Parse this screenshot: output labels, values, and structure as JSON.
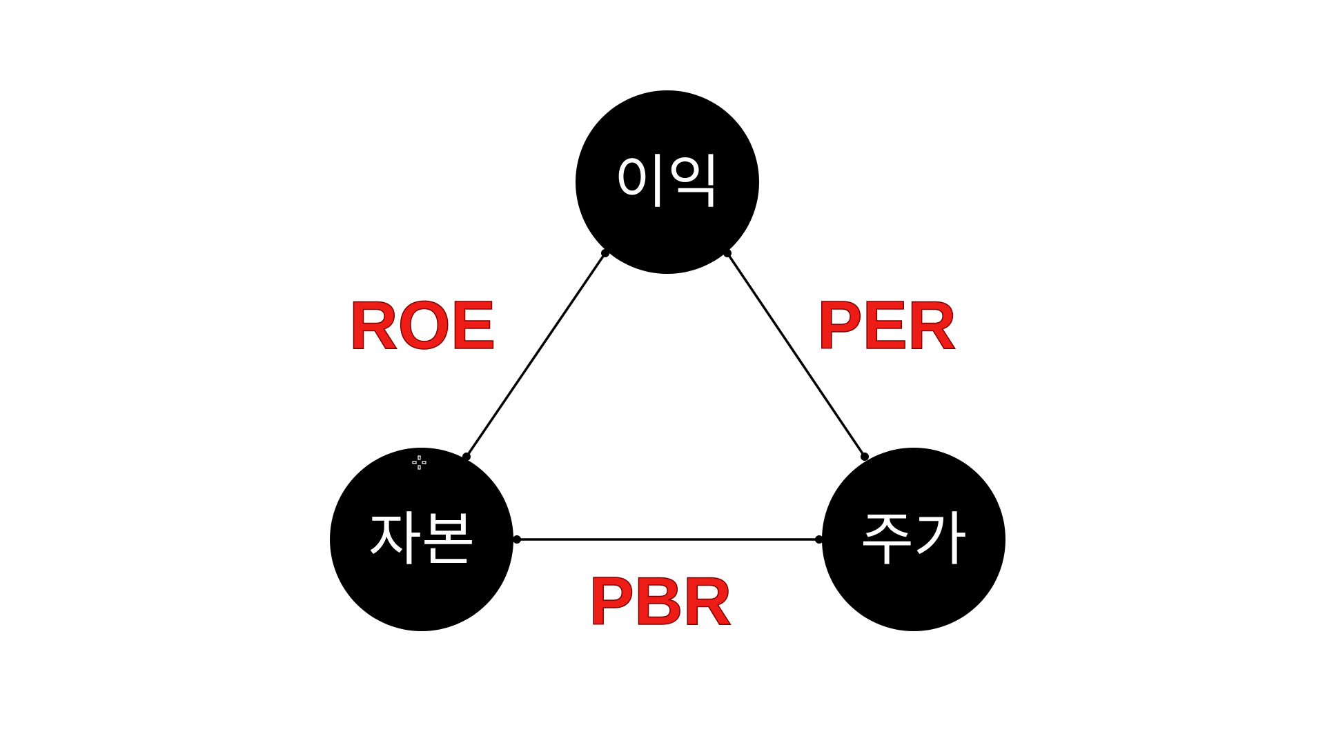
{
  "diagram": {
    "colors": {
      "background": "#ffffff",
      "node_fill": "#000000",
      "node_text": "#ffffff",
      "edge_line": "#000000",
      "edge_label": "#ee1c17"
    },
    "nodes": {
      "profit": {
        "label": "이익"
      },
      "capital": {
        "label": "자본"
      },
      "stock_price": {
        "label": "주가"
      }
    },
    "edges": {
      "roe": {
        "label": "ROE",
        "from": "capital",
        "to": "profit"
      },
      "per": {
        "label": "PER",
        "from": "profit",
        "to": "stock_price"
      },
      "pbr": {
        "label": "PBR",
        "from": "capital",
        "to": "stock_price"
      }
    }
  }
}
